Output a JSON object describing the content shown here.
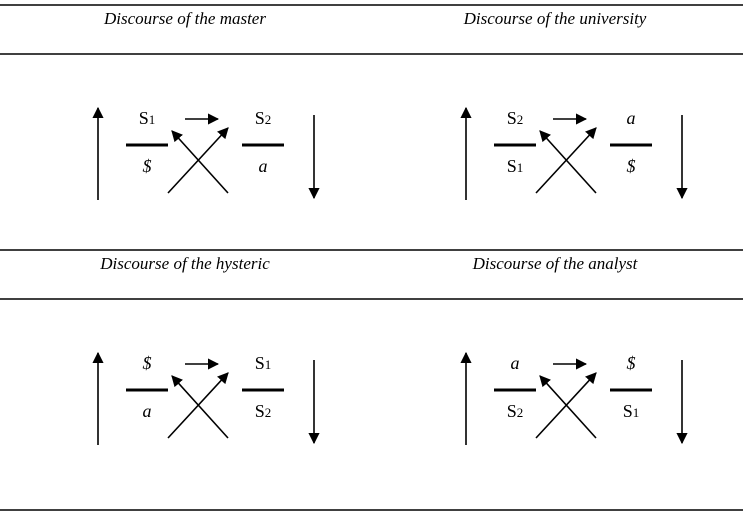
{
  "panels": [
    {
      "title": "Discourse of the master",
      "top_left": "S1",
      "top_right": "S2",
      "bottom_left": "$",
      "bottom_right": "a"
    },
    {
      "title": "Discourse of the university",
      "top_left": "S2",
      "top_right": "a",
      "bottom_left": "S1",
      "bottom_right": "$"
    },
    {
      "title": "Discourse of the hysteric",
      "top_left": "$",
      "top_right": "S1",
      "bottom_left": "a",
      "bottom_right": "S2"
    },
    {
      "title": "Discourse of the analyst",
      "top_left": "a",
      "top_right": "$",
      "bottom_left": "S2",
      "bottom_right": "S1"
    }
  ]
}
